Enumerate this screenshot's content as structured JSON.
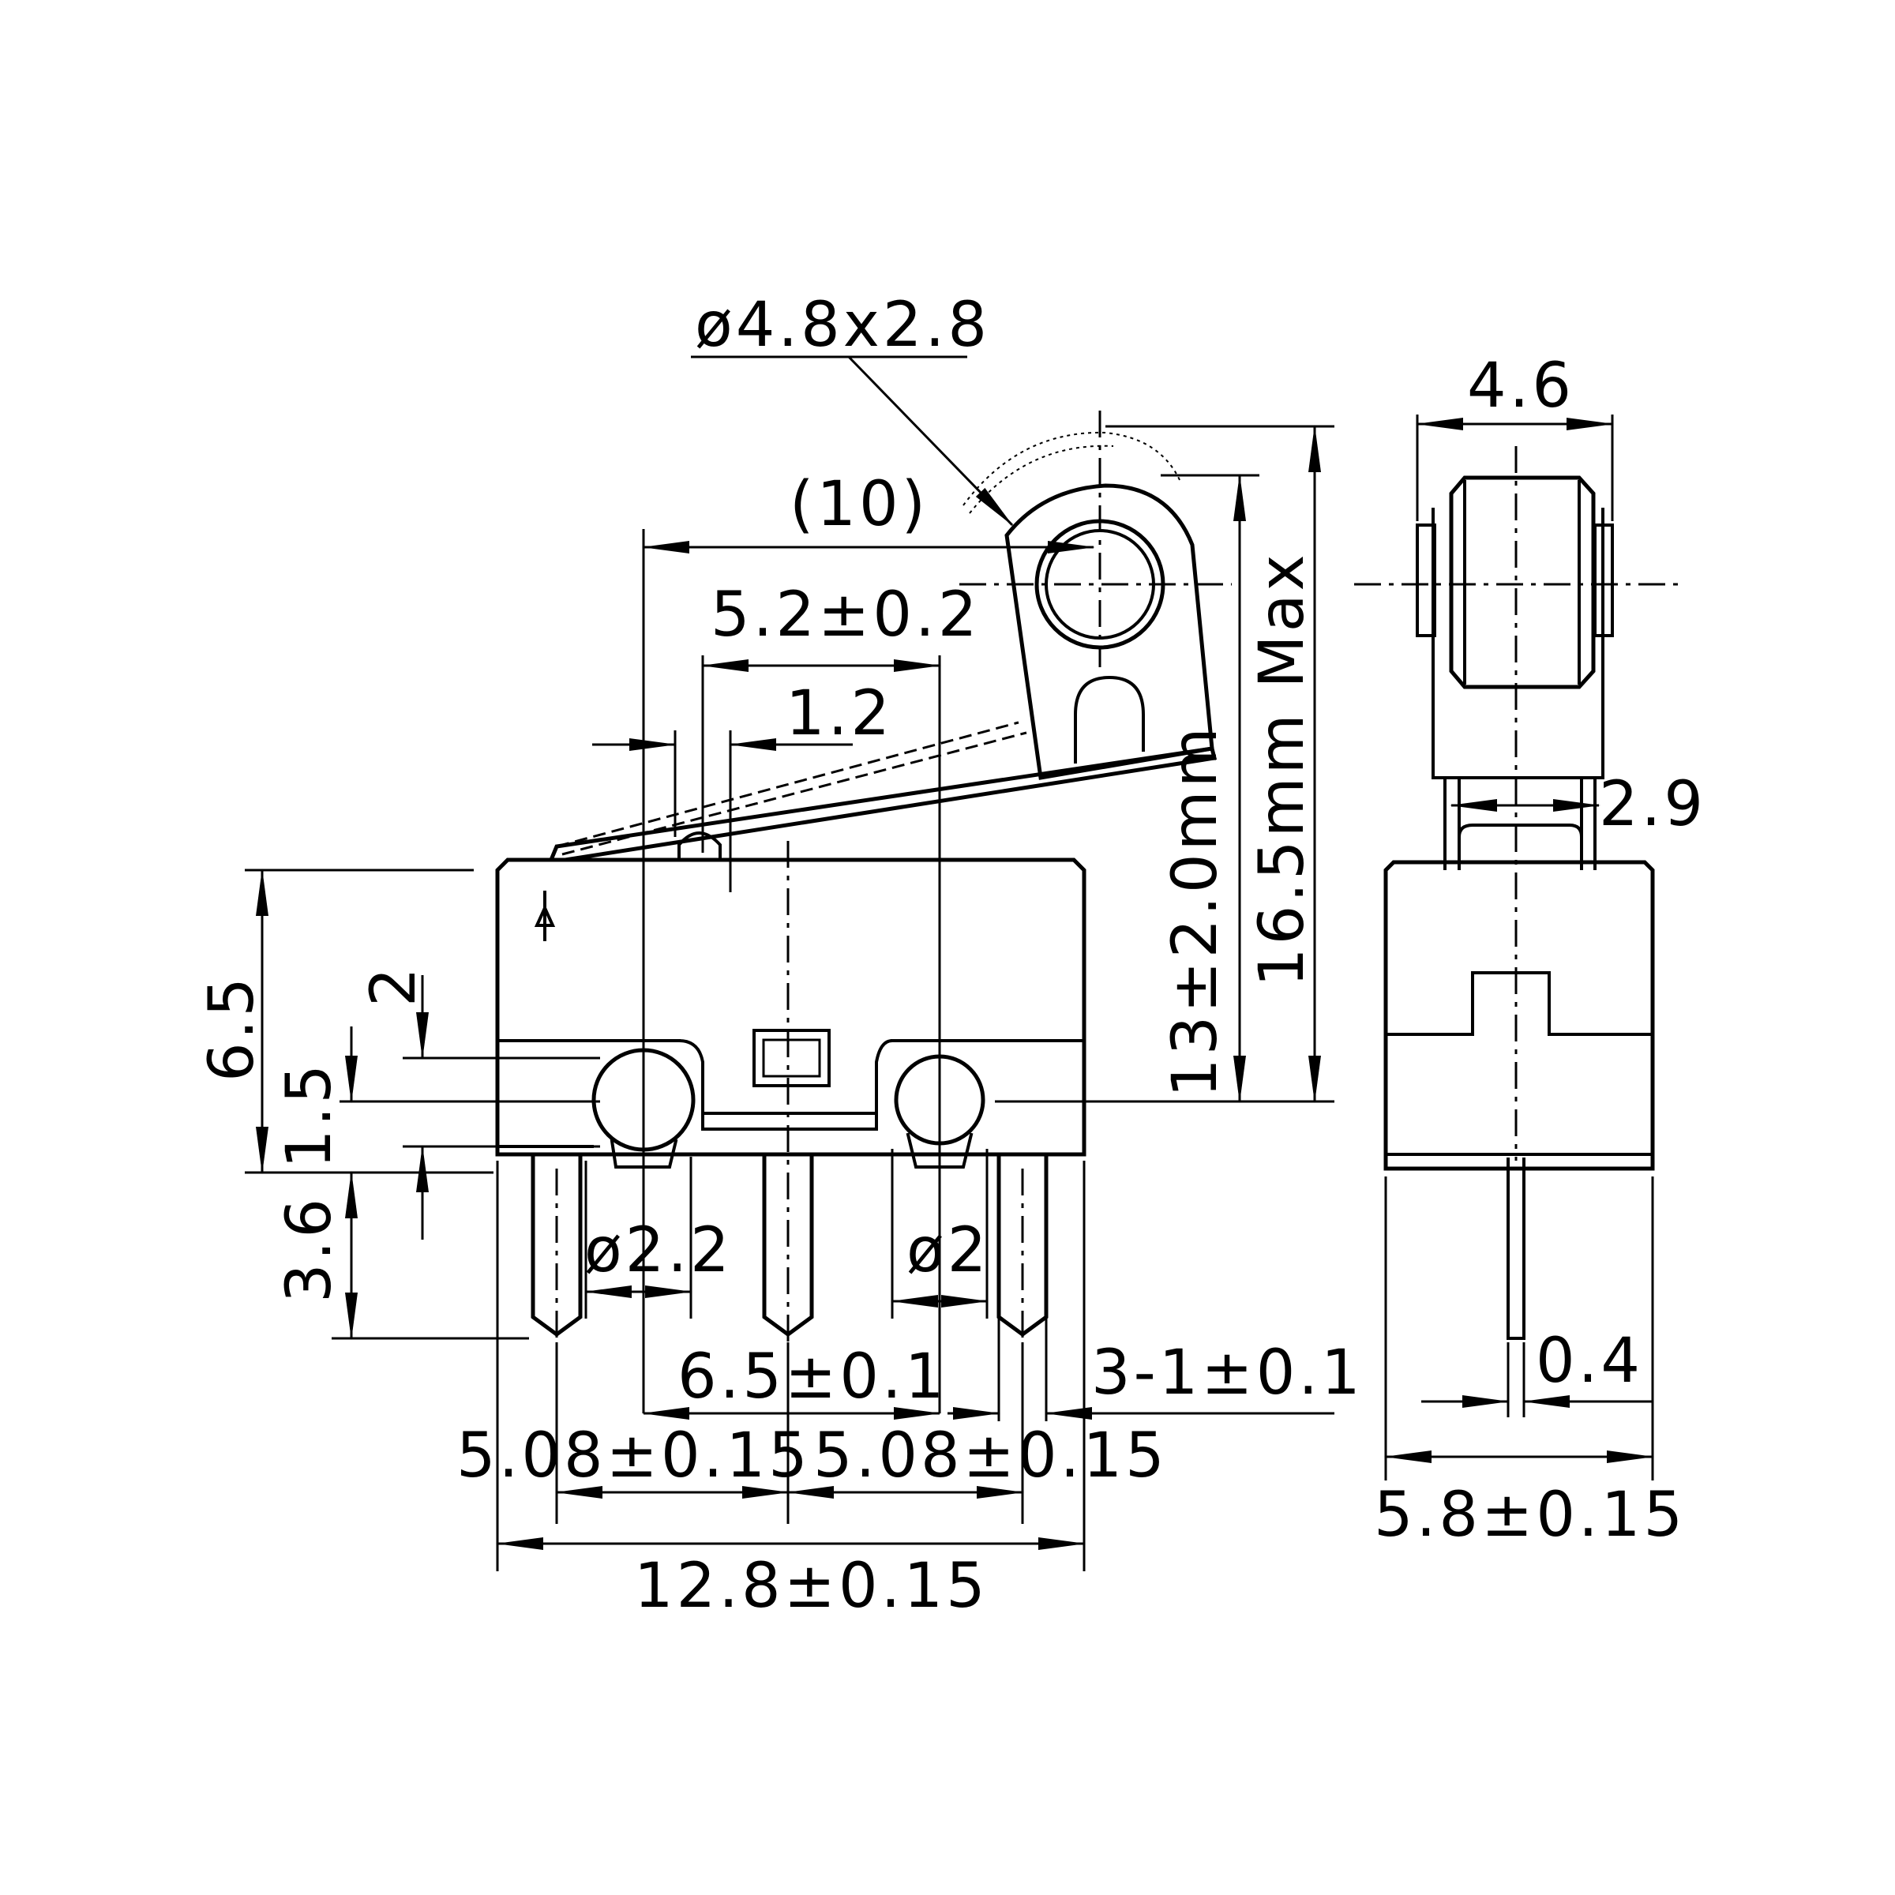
{
  "diagram": {
    "labels": {
      "roller_dia": "ø4.8x2.8",
      "lever_ref": "(10)",
      "act_pos": "5.2±0.2",
      "act_width": "1.2",
      "op_height": "13±2.0mm",
      "max_height": "16.5mm Max",
      "body_height": "6.5",
      "dim_2": "2",
      "dim_1_5": "1.5",
      "dim_3_6": "3.6",
      "hole_dia_left": "ø2.2",
      "hole_dia_right": "ø2",
      "hole_pitch": "6.5±0.1",
      "edge_offset": "3-1±0.1",
      "pin_pitch_left": "5.08±0.15",
      "pin_pitch_right": "5.08±0.15",
      "body_length": "12.8±0.15",
      "roller_width": "4.6",
      "bracket_width": "2.9",
      "pin_thickness": "0.4",
      "body_width": "5.8±0.15"
    }
  }
}
